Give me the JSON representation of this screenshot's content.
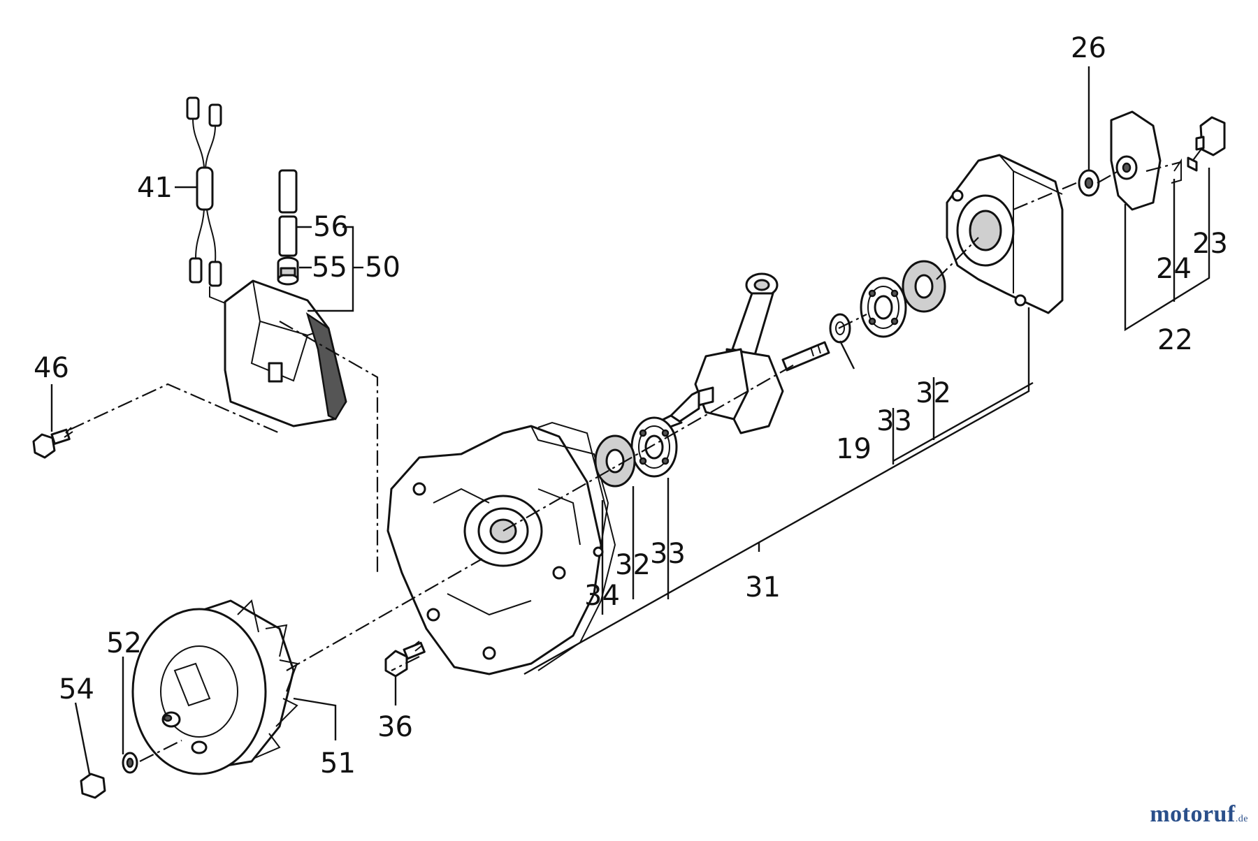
{
  "callouts": [
    {
      "id": "c41",
      "text": "41"
    },
    {
      "id": "c56",
      "text": "56"
    },
    {
      "id": "c55",
      "text": "55"
    },
    {
      "id": "c50",
      "text": "50"
    },
    {
      "id": "c46",
      "text": "46"
    },
    {
      "id": "c26",
      "text": "26"
    },
    {
      "id": "c23",
      "text": "23"
    },
    {
      "id": "c24",
      "text": "24"
    },
    {
      "id": "c22",
      "text": "22"
    },
    {
      "id": "c19",
      "text": "19"
    },
    {
      "id": "c33a",
      "text": "33"
    },
    {
      "id": "c32a",
      "text": "32"
    },
    {
      "id": "c32b",
      "text": "32"
    },
    {
      "id": "c33b",
      "text": "33"
    },
    {
      "id": "c34",
      "text": "34"
    },
    {
      "id": "c31",
      "text": "31"
    },
    {
      "id": "c52",
      "text": "52"
    },
    {
      "id": "c54",
      "text": "54"
    },
    {
      "id": "c51",
      "text": "51"
    },
    {
      "id": "c36",
      "text": "36"
    }
  ],
  "watermark": {
    "brand": "motoruf",
    "suffix": ".de"
  },
  "colors": {
    "line": "#111111",
    "background": "#ffffff",
    "watermark": "#2a4f8a"
  }
}
